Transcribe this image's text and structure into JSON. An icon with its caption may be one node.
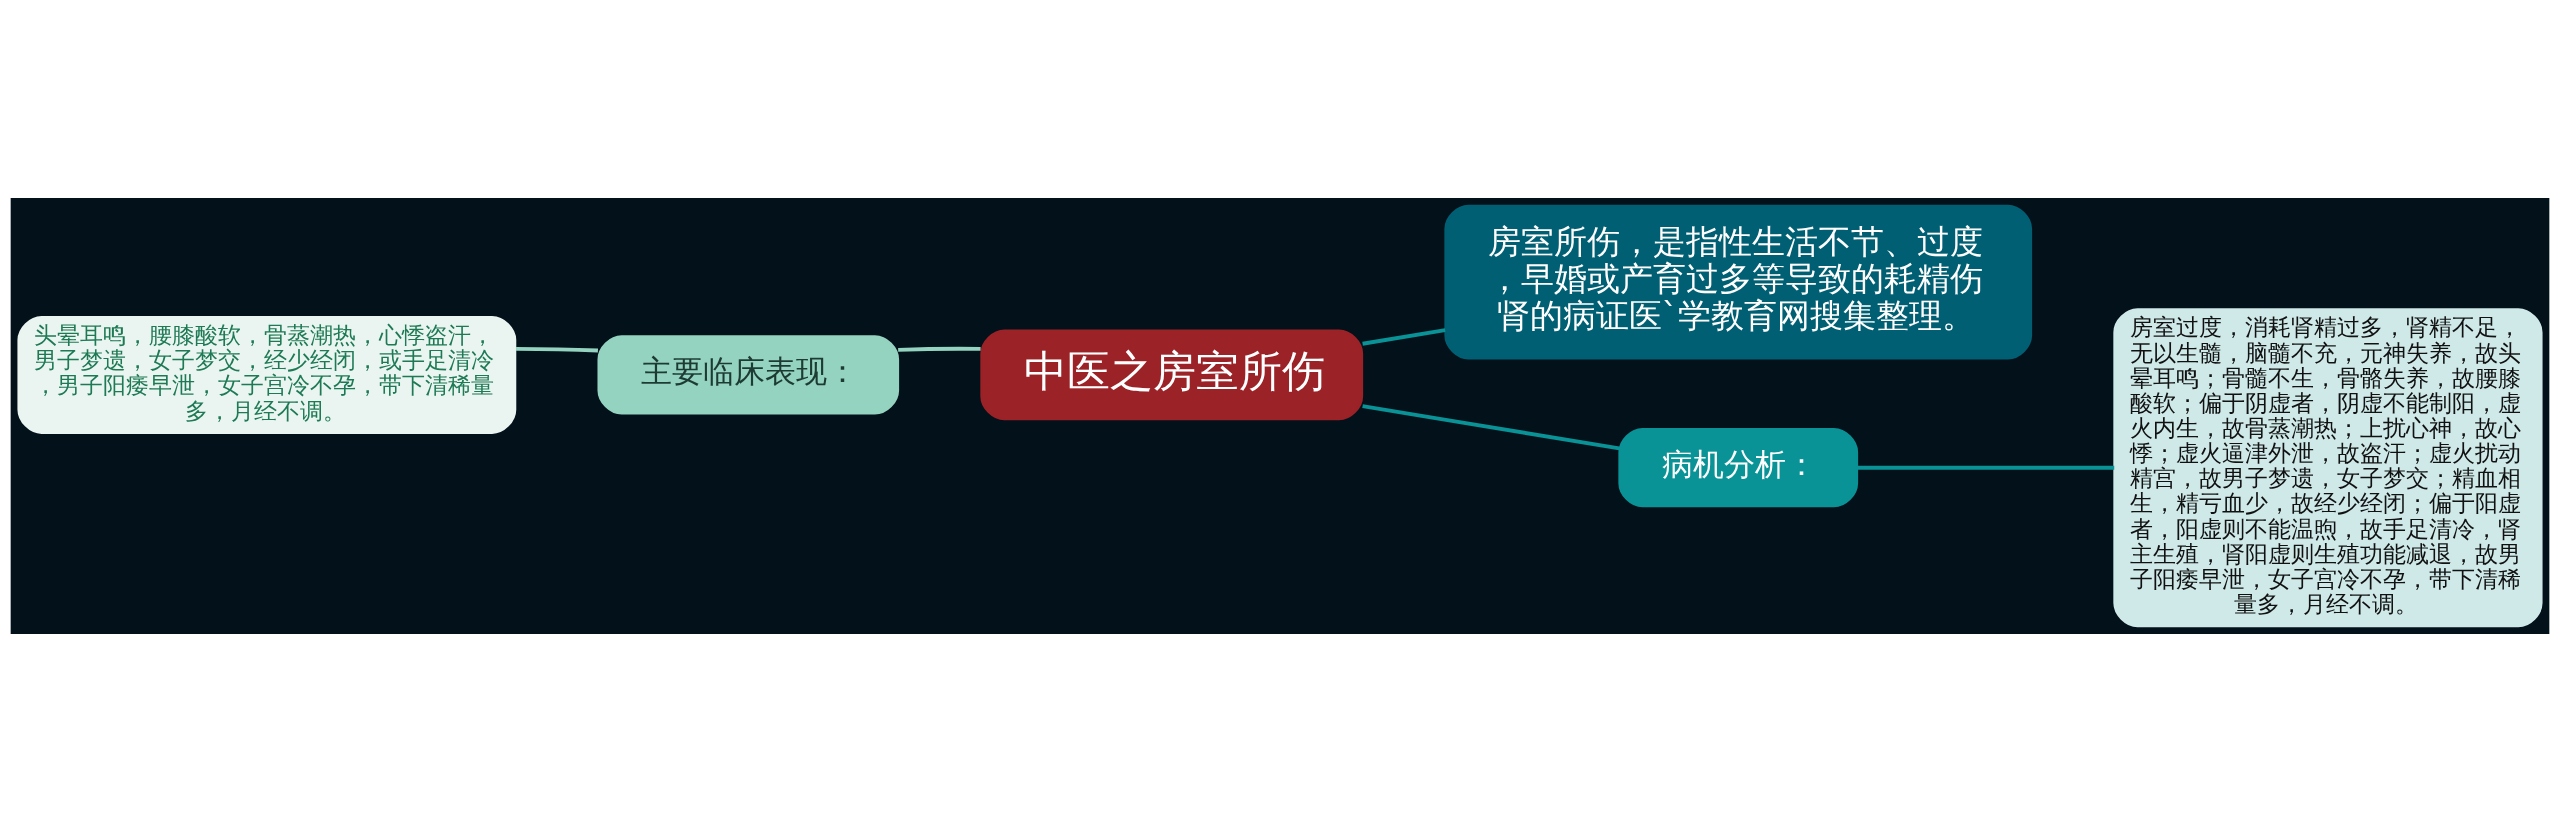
{
  "diagram": {
    "nodes": [
      {
        "text": [
          "中医之房室所伤"
        ]
      },
      {
        "text": [
          "主要临床表现："
        ]
      },
      {
        "text": [
          "头晕耳鸣，腰膝酸软，骨蒸潮热，心悸盗汗，男子梦遗，女子梦交，经少经闭，或手足清冷，男子阳痿早泄，女子宫冷不孕，带下清稀量多，月经不调。"
        ]
      },
      {
        "text": [
          "房室所伤，是指性生活不节、过度，早婚或产育过多等导致的耗精伤肾的病证医`学教育网搜集整理。"
        ]
      },
      {
        "text": [
          "病机分析："
        ]
      },
      {
        "text": [
          "房室过度，消耗肾精过多，肾精不足，无以生髓，脑髓不充，元神失养，故头晕耳鸣；骨髓不生，骨骼失养，故腰膝酸软；偏于阴虚者，阴虚不能制阳，虚火内生，故骨蒸潮热；上扰心神，故心悸；虚火逼津外泄，故盗汗；虚火扰动精宫，故男子梦遗，女子梦交；精血相生，精亏血少，故经少经闭；偏于阳虚者，阳虚则不能温煦，故手足清冷，肾主生殖，肾阳虚则生殖功能减退，故男子阳痿早泄，女子宫冷不孕，带下清稀量多，月经不调。"
        ]
      }
    ],
    "edges": [
      {
        "from": 0,
        "to": 1,
        "arrow": "none",
        "color": "#94d3bf"
      },
      {
        "from": 1,
        "to": 2,
        "arrow": "none",
        "color": "#94d3bf"
      },
      {
        "from": 0,
        "to": 3,
        "arrow": "none"
      },
      {
        "from": 0,
        "to": 4,
        "arrow": "none"
      },
      {
        "from": 4,
        "to": 5,
        "arrow": "none"
      }
    ]
  }
}
